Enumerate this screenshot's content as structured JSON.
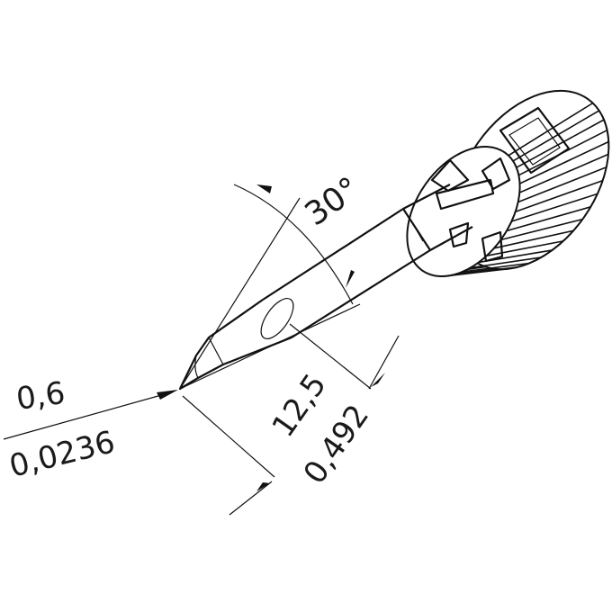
{
  "dimensions": {
    "tip_width_mm": "0,6",
    "tip_width_in": "0,0236",
    "length_mm": "12,5",
    "length_in": "0,492",
    "angle": "30°"
  },
  "colors": {
    "line": "#111111",
    "background": "#ffffff"
  }
}
